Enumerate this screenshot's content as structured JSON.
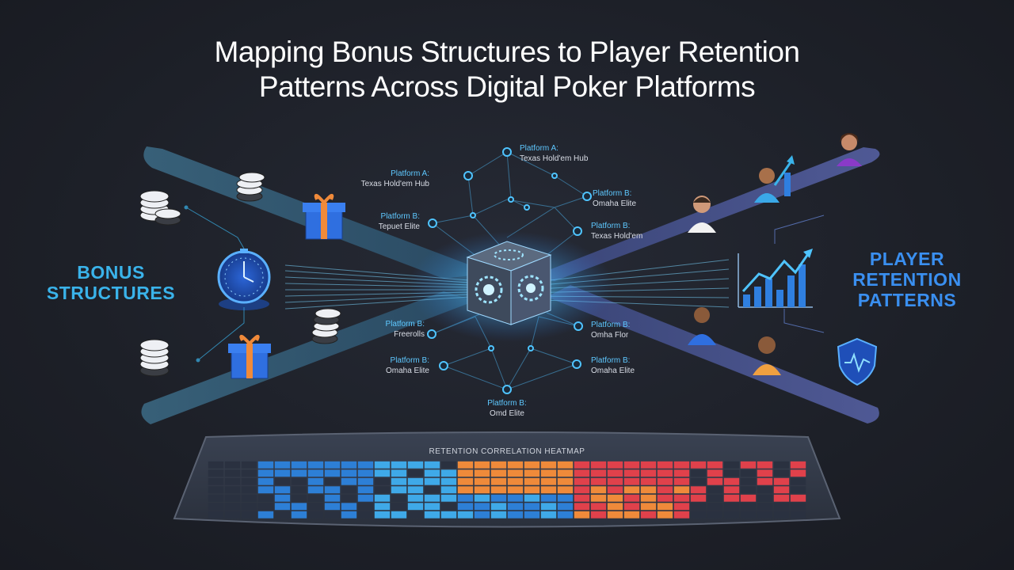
{
  "title": {
    "line1": "Mapping Bonus Structures to Player Retention",
    "line2": "Patterns Across Digital Poker Platforms"
  },
  "left_label": {
    "line1": "BONUS",
    "line2": "STRUCTURES"
  },
  "right_label": {
    "line1": "PLAYER",
    "line2": "RETENTION",
    "line3": "PATTERNS"
  },
  "nodes": [
    {
      "platform": "Platform A:",
      "name": "Texas Hold'em Hub"
    },
    {
      "platform": "Platform A:",
      "name": "Texas Hold'em Hub"
    },
    {
      "platform": "Platform B:",
      "name": "Omaha Elite"
    },
    {
      "platform": "Platform B:",
      "name": "Tepuet Elite"
    },
    {
      "platform": "Platform B:",
      "name": "Texas Hold'em"
    },
    {
      "platform": "Platform B:",
      "name": "Freerolls"
    },
    {
      "platform": "Platform B:",
      "name": "Omha Flor"
    },
    {
      "platform": "Platform B:",
      "name": "Omaha Elite"
    },
    {
      "platform": "Platform B:",
      "name": "Omaha Elite"
    },
    {
      "platform": "Platform B:",
      "name": "Omd Elite"
    }
  ],
  "heatmap": {
    "title": "RETENTION CORRELATION HEATMAP",
    "colors": {
      "blue": "#2d7fd6",
      "light_blue": "#3fa9e8",
      "orange": "#ef8a3a",
      "red": "#e0414b",
      "empty": "#2a3140"
    }
  },
  "colors": {
    "accent_cyan": "#3ab3ea",
    "accent_blue": "#3a8ff0",
    "background": "#1d2028"
  },
  "icons": [
    "poker-chips-icon",
    "gift-box-icon",
    "wheel-icon",
    "person-avatar-icon",
    "bar-chart-icon",
    "shield-heart-icon",
    "gear-cube-icon"
  ]
}
